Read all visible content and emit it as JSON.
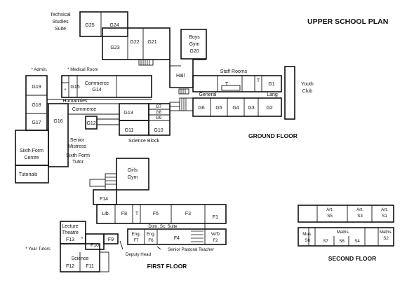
{
  "title": "UPPER SCHOOL PLAN",
  "floors": {
    "ground": "GROUND FLOOR",
    "first": "FIRST FLOOR",
    "second": "SECOND FLOOR"
  },
  "legend": {
    "admin": "* Admin.",
    "medical": "* Medical Room",
    "year_tutors": "* Year Tutors"
  },
  "areas": {
    "technical": [
      "Technical",
      "Studies",
      "Suite"
    ],
    "boys_gym": [
      "Boys",
      "Gym",
      "G20"
    ],
    "hall": "Hall",
    "staff_rooms": "Staff Rooms",
    "general": "General",
    "lang": "Lang",
    "youth_club": [
      "Youth",
      "Club"
    ],
    "humanities": "Humanities",
    "commerce": "Commerce",
    "commerce_g14": [
      "Commerce",
      "G14"
    ],
    "science_block": "Science Block",
    "senior_mistress": [
      "Senior",
      "Mistress"
    ],
    "sixth_form_tutor": [
      "Sixth Form",
      "Tutor"
    ],
    "sixth_form_centre": [
      "Sixth Form",
      "Centre"
    ],
    "tutorials": "Tutorials",
    "girls_gym": [
      "Girls",
      "Gym"
    ],
    "dom_sc_suite": "Dom. Sc. Suite",
    "lecture_theatre": [
      "Lecture",
      "Theatre",
      "F13"
    ],
    "science": "Science",
    "deputy_head": "Deputy Head",
    "senior_pastoral": "Senior Pastoral Teacher",
    "wd_f2": [
      "W/D",
      "F2"
    ],
    "eng_f7": [
      "Eng.",
      "F7"
    ],
    "eng_f6": [
      "Eng.",
      "F6"
    ],
    "art_s5": [
      "Art.",
      "S5"
    ],
    "art_s3": [
      "Art.",
      "S3"
    ],
    "art_s1": [
      "Art.",
      "S1"
    ],
    "mus_s8": [
      "Mus.",
      "S8"
    ],
    "maths_s2": [
      "Maths.",
      "S2"
    ],
    "maths": "Maths.",
    "lib": "Lib."
  },
  "rooms": {
    "G25": "G25",
    "G24": "G24",
    "G23": "G23",
    "G22": "G22",
    "G21": "G21",
    "G19": "G19",
    "G18": "G18",
    "G17": "G17",
    "G16": "G16",
    "G15": "G15",
    "G13": "G13",
    "G12": "G12",
    "G11": "G11",
    "G10": "G10",
    "G9": "G9",
    "G8": "G8",
    "G7": "G7",
    "G6": "G6",
    "G5": "G5",
    "G4": "G4",
    "G3": "G3",
    "G2": "G2",
    "G1": "G1",
    "T": "T",
    "F14": "F14",
    "F12": "F12",
    "F11": "F11",
    "F10": "F10",
    "F9": "F9",
    "F8": "F8",
    "F5": "F5",
    "F4": "F4",
    "F3": "F3",
    "F1": "F1",
    "S7": "S7",
    "S6": "S6",
    "S4": "S4",
    "star": "*"
  }
}
